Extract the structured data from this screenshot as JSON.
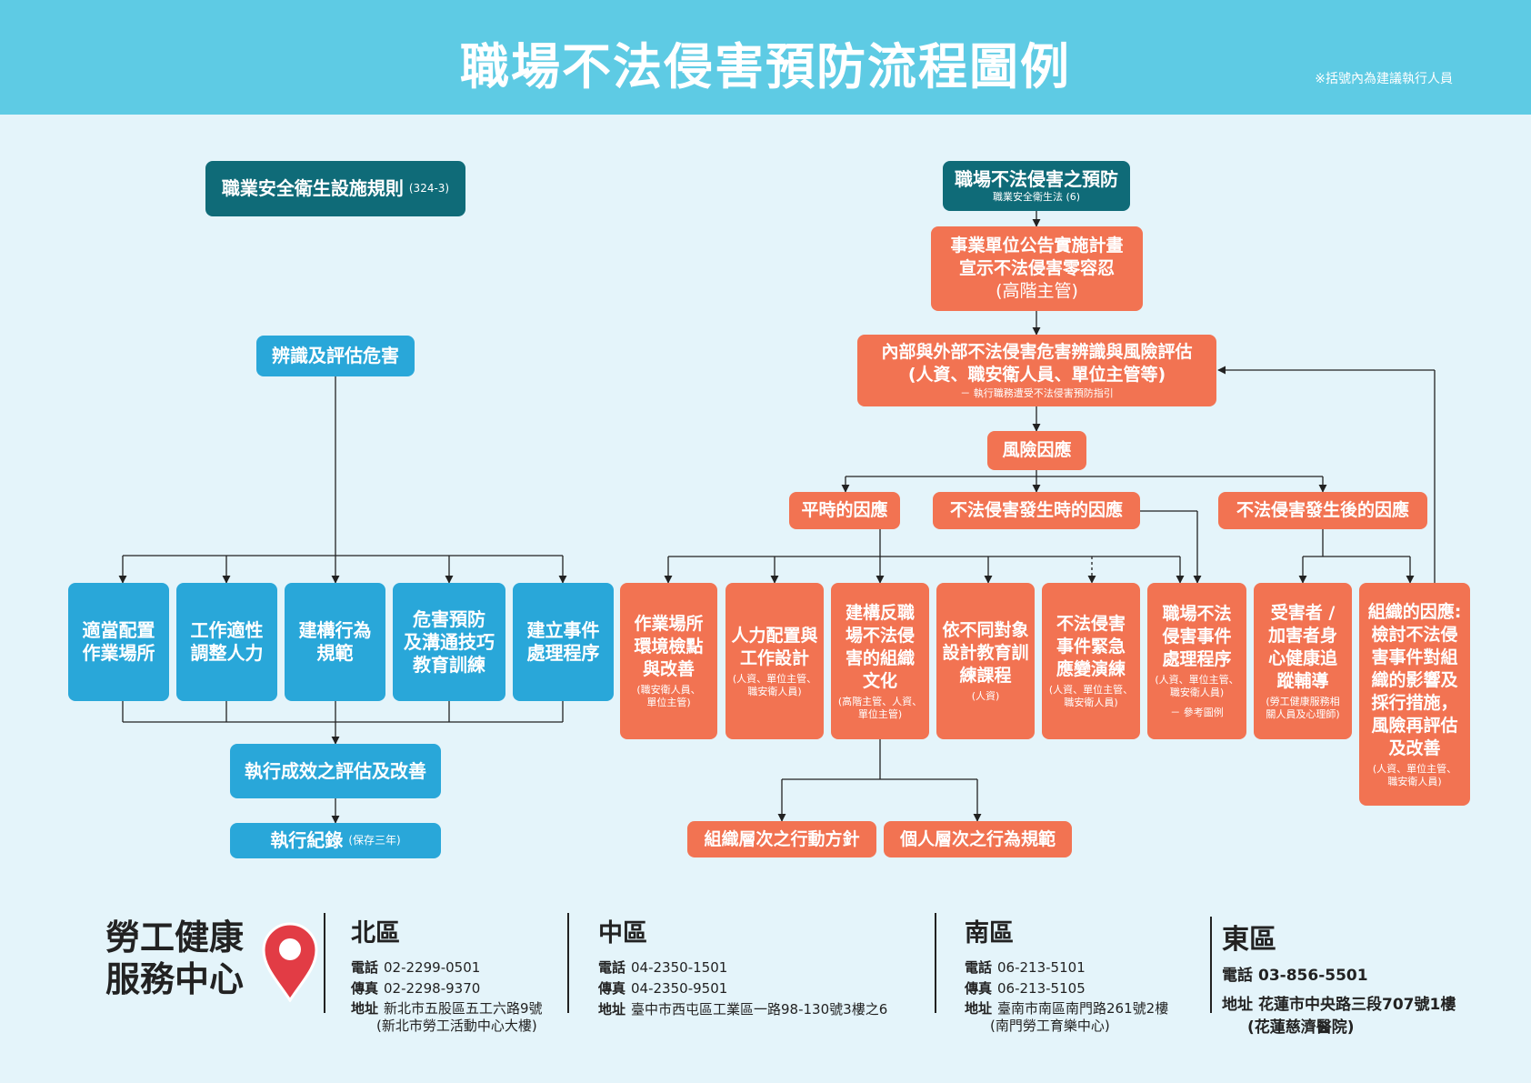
{
  "header": {
    "title": "職場不法侵害預防流程圖例",
    "note": "※括號內為建議執行人員"
  },
  "left": {
    "rule": {
      "main": "職業安全衛生設施規則",
      "ref": "(324-3)"
    },
    "identify": "辨識及評估危害",
    "measures": [
      [
        "適當配置",
        "作業場所"
      ],
      [
        "工作適性",
        "調整人力"
      ],
      [
        "建構行為",
        "規範"
      ],
      [
        "危害預防",
        "及溝通技巧",
        "教育訓練"
      ],
      [
        "建立事件",
        "處理程序"
      ]
    ],
    "evaluate": "執行成效之評估及改善",
    "record": {
      "main": "執行紀錄",
      "note": "(保存三年)"
    }
  },
  "right": {
    "law": {
      "main": "職場不法侵害之預防",
      "sub": "職業安全衛生法 (6)"
    },
    "announce": [
      "事業單位公告實施計畫",
      "宣示不法侵害零容忍",
      "(高階主管)"
    ],
    "assess": {
      "lines": [
        "內部與外部不法侵害危害辨識與風險評估",
        "(人資、職安衛人員、單位主管等)"
      ],
      "sub": "－ 執行職務遭受不法侵害預防指引"
    },
    "response": "風險因應",
    "phases": [
      "平時的因應",
      "不法侵害發生時的因應",
      "不法侵害發生後的因應"
    ],
    "cards": [
      {
        "lines": [
          "作業場所",
          "環境檢點",
          "與改善"
        ],
        "sub": [
          "(職安衛人員、",
          "單位主管)"
        ]
      },
      {
        "lines": [
          "人力配置與",
          "工作設計"
        ],
        "sub": [
          "(人資、單位主管、",
          "職安衛人員)"
        ]
      },
      {
        "lines": [
          "建構反職",
          "場不法侵",
          "害的組織",
          "文化"
        ],
        "sub": [
          "(高階主管、人資、",
          "單位主管)"
        ]
      },
      {
        "lines": [
          "依不同對象",
          "設計教育訓",
          "練課程"
        ],
        "sub": [
          "(人資)"
        ]
      },
      {
        "lines": [
          "不法侵害",
          "事件緊急",
          "應變演練"
        ],
        "sub": [
          "(人資、單位主管、",
          "職安衛人員)"
        ]
      },
      {
        "lines": [
          "職場不法",
          "侵害事件",
          "處理程序"
        ],
        "sub": [
          "(人資、單位主管、",
          "職安衛人員)",
          "－ 參考圖例"
        ]
      },
      {
        "lines": [
          "受害者 /",
          "加害者身",
          "心健康追",
          "蹤輔導"
        ],
        "sub": [
          "(勞工健康服務相",
          "關人員及心理師)"
        ]
      },
      {
        "lines": [
          "組織的因應:",
          "檢討不法侵",
          "害事件對組",
          "織的影響及",
          "採行措施，",
          "風險再評估",
          "及改善"
        ],
        "sub": [
          "(人資、單位主管、",
          "職安衛人員)"
        ]
      }
    ],
    "org_policy": "組織層次之行動方針",
    "personal": "個人層次之行為規範"
  },
  "footer": {
    "center": [
      "勞工健康",
      "服務中心"
    ],
    "regions": [
      {
        "name": "北區",
        "lines": [
          [
            "電話",
            "02-2299-0501"
          ],
          [
            "傳真",
            "02-2298-9370"
          ],
          [
            "地址",
            "新北市五股區五工六路9號"
          ]
        ],
        "extra": "(新北市勞工活動中心大樓)"
      },
      {
        "name": "中區",
        "lines": [
          [
            "電話",
            "04-2350-1501"
          ],
          [
            "傳真",
            "04-2350-9501"
          ],
          [
            "地址",
            "臺中市西屯區工業區一路98-130號3樓之6"
          ]
        ],
        "extra": ""
      },
      {
        "name": "南區",
        "lines": [
          [
            "電話",
            "06-213-5101"
          ],
          [
            "傳真",
            "06-213-5105"
          ],
          [
            "地址",
            "臺南市南區南門路261號2樓"
          ]
        ],
        "extra": "(南門勞工育樂中心)"
      },
      {
        "name": "東區",
        "lines": [
          [
            "電話",
            "03-856-5501"
          ],
          [
            "地址",
            "花蓮市中央路三段707號1樓"
          ]
        ],
        "extra": "(花蓮慈濟醫院)"
      }
    ]
  }
}
